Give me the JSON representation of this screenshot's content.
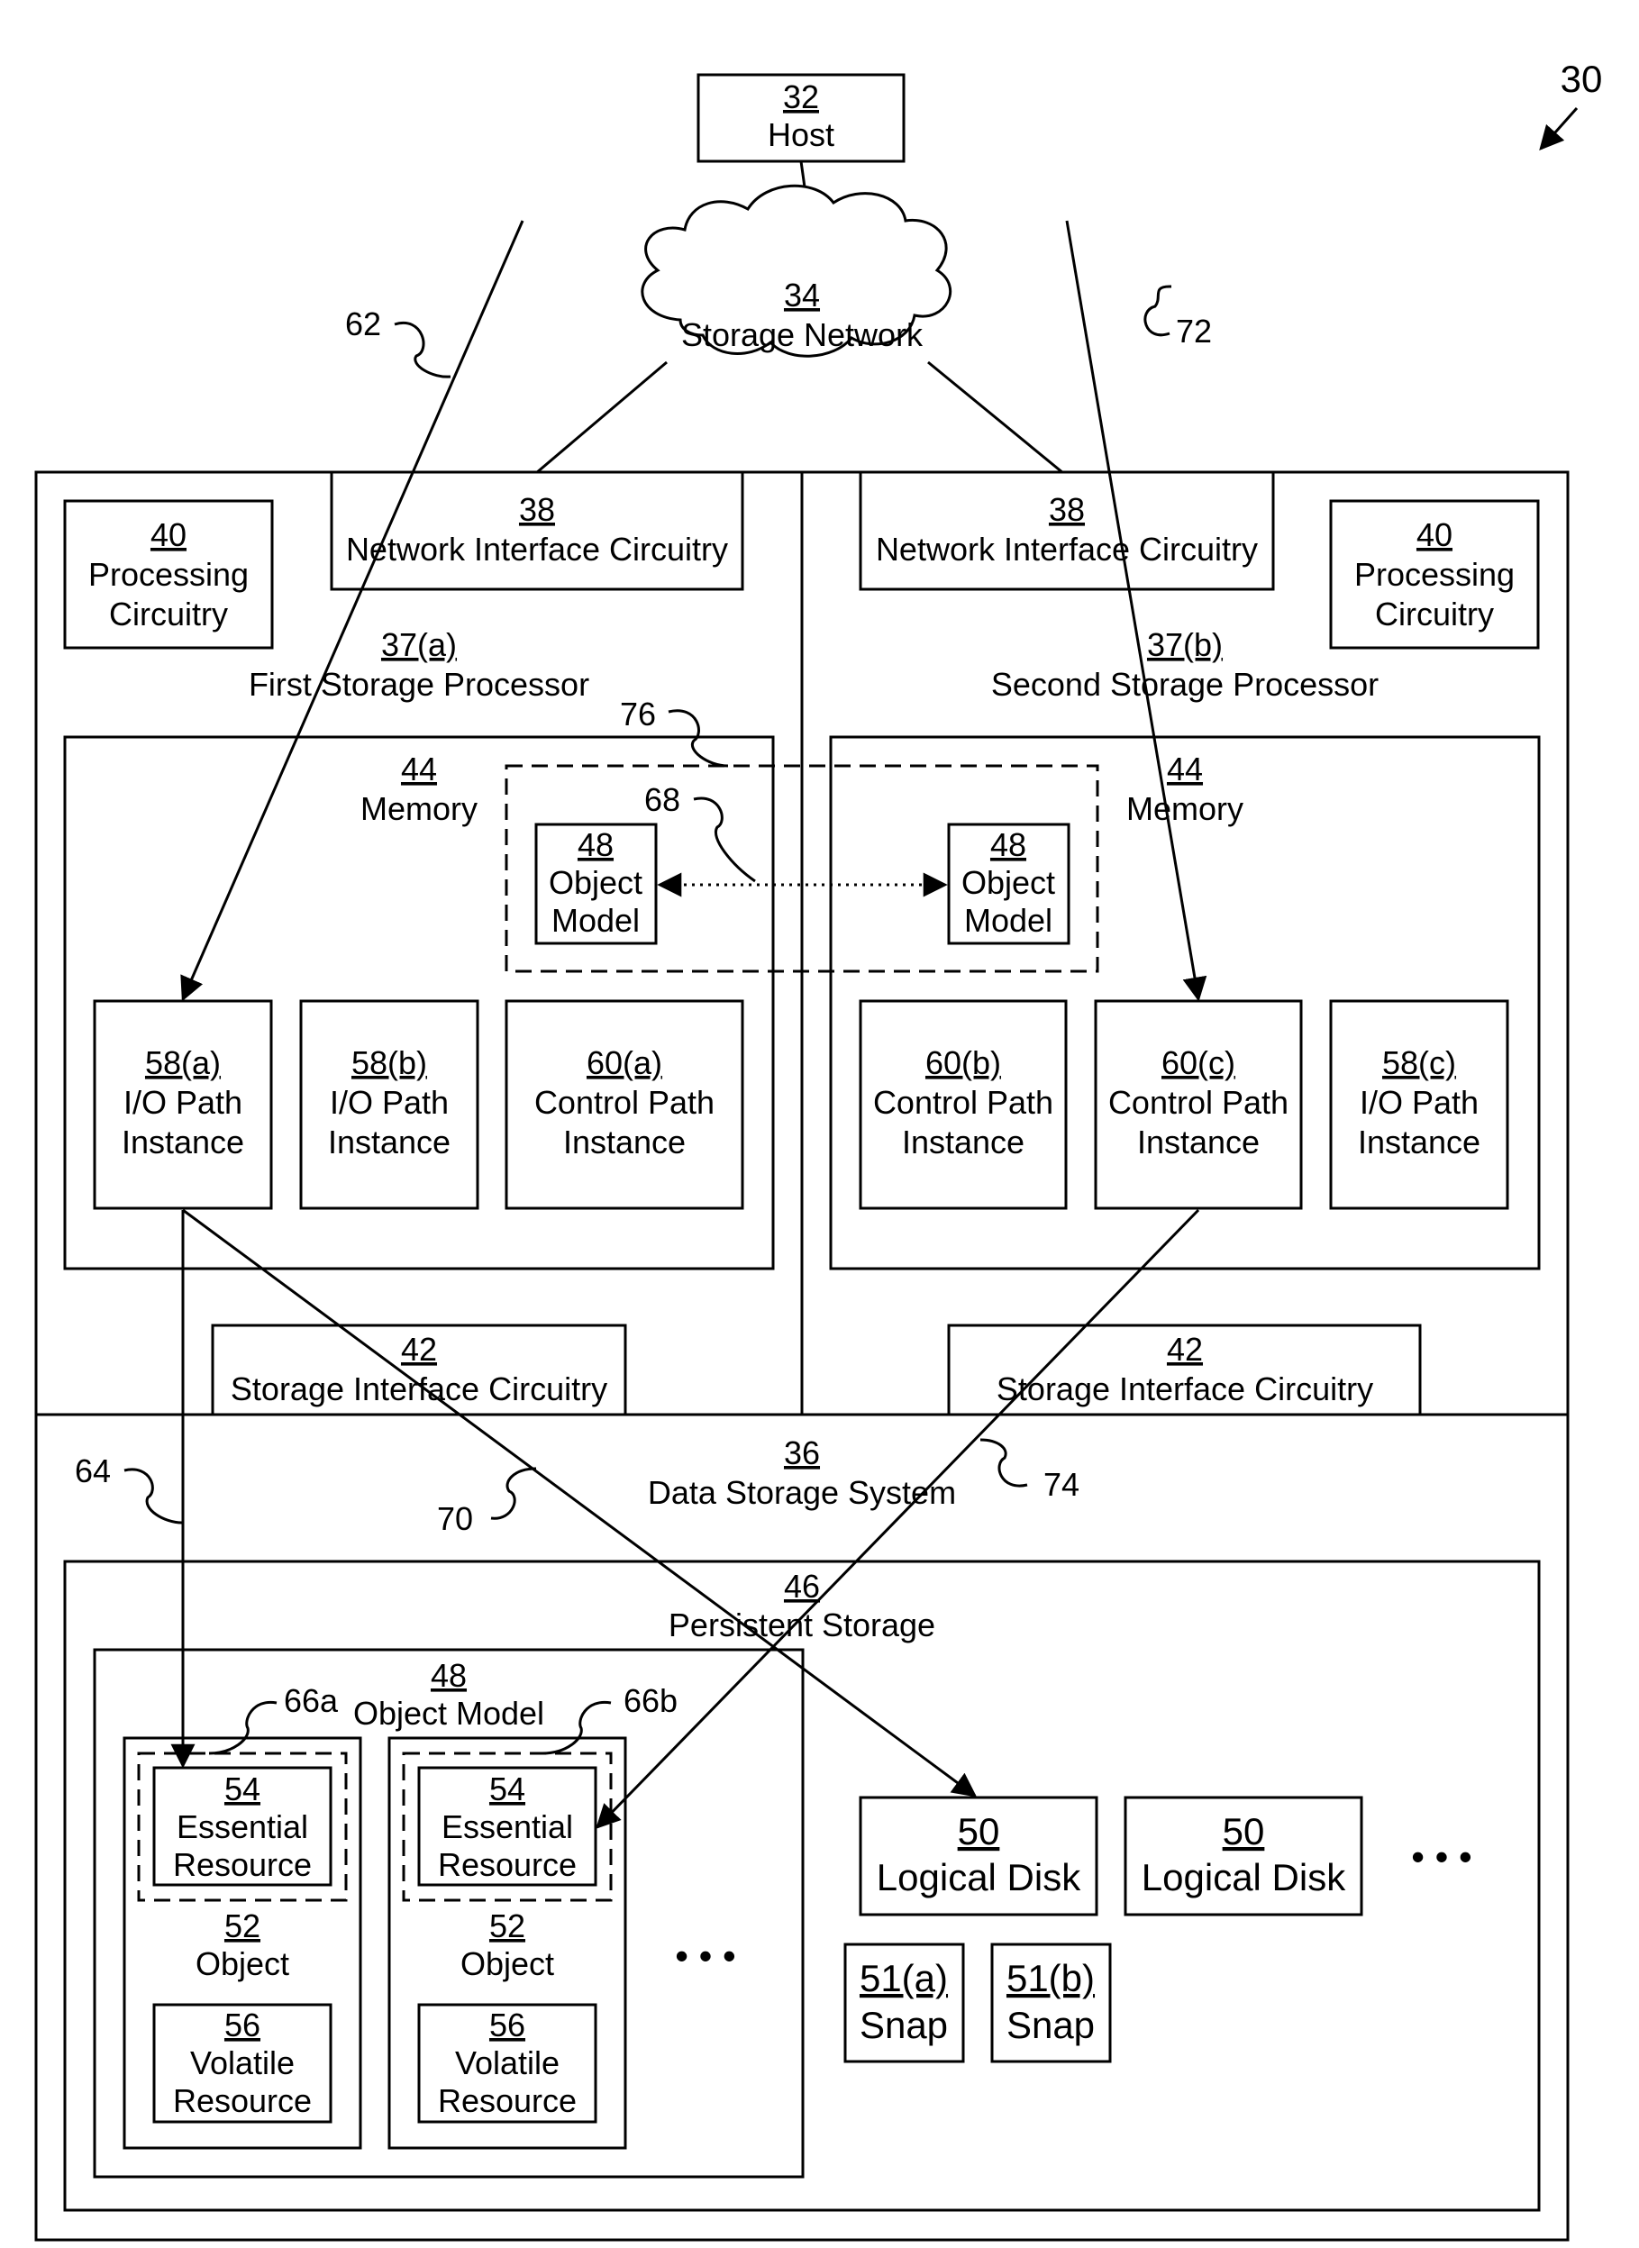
{
  "figure_ref": "30",
  "host": {
    "num": "32",
    "label": "Host"
  },
  "network": {
    "num": "34",
    "label": "Storage Network"
  },
  "nic": {
    "num": "38",
    "label": "Network Interface Circuitry"
  },
  "processing": {
    "num": "40",
    "line1": "Processing",
    "line2": "Circuitry"
  },
  "sp1": {
    "num": "37(a)",
    "label": "First Storage Processor"
  },
  "sp2": {
    "num": "37(b)",
    "label": "Second Storage Processor"
  },
  "memory": {
    "num": "44",
    "label": "Memory"
  },
  "object_model_small": {
    "num": "48",
    "line1": "Object",
    "line2": "Model"
  },
  "instances": {
    "a58": {
      "num": "58(a)",
      "line1": "I/O Path",
      "line2": "Instance"
    },
    "b58": {
      "num": "58(b)",
      "line1": "I/O Path",
      "line2": "Instance"
    },
    "a60": {
      "num": "60(a)",
      "line1": "Control Path",
      "line2": "Instance"
    },
    "b60": {
      "num": "60(b)",
      "line1": "Control Path",
      "line2": "Instance"
    },
    "c60": {
      "num": "60(c)",
      "line1": "Control Path",
      "line2": "Instance"
    },
    "c58": {
      "num": "58(c)",
      "line1": "I/O Path",
      "line2": "Instance"
    }
  },
  "storage_if": {
    "num": "42",
    "label": "Storage Interface Circuitry"
  },
  "dss": {
    "num": "36",
    "label": "Data Storage System"
  },
  "persistent": {
    "num": "46",
    "label": "Persistent Storage"
  },
  "object_model_big": {
    "num": "48",
    "label": "Object Model"
  },
  "essential": {
    "num": "54",
    "line1": "Essential",
    "line2": "Resource"
  },
  "object": {
    "num": "52",
    "label": "Object"
  },
  "volatile": {
    "num": "56",
    "line1": "Volatile",
    "line2": "Resource"
  },
  "logical_disk": {
    "num": "50",
    "label": "Logical Disk"
  },
  "snap_a": {
    "num": "51(a)",
    "label": "Snap"
  },
  "snap_b": {
    "num": "51(b)",
    "label": "Snap"
  },
  "ellipsis": "•   •   •",
  "refs": {
    "r62": "62",
    "r72": "72",
    "r76": "76",
    "r68": "68",
    "r64": "64",
    "r70": "70",
    "r74": "74",
    "r66a": "66a",
    "r66b": "66b"
  }
}
